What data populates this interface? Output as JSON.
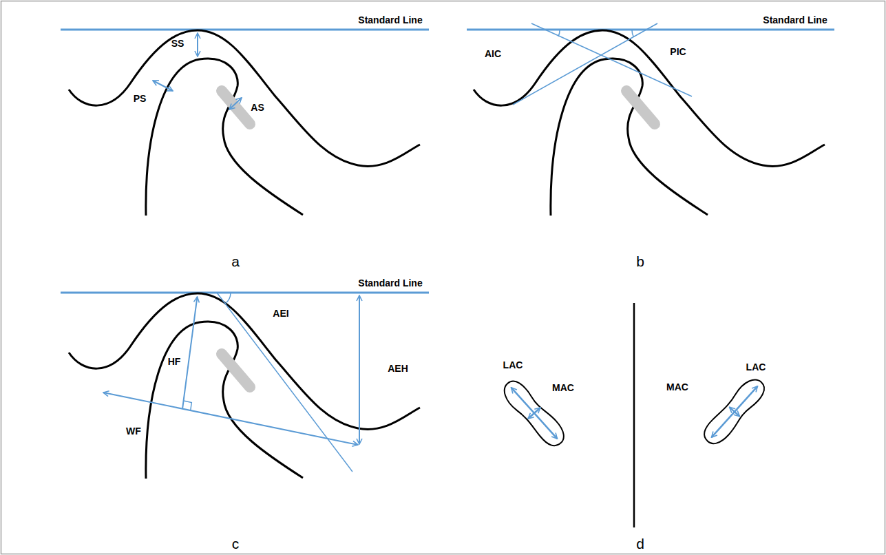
{
  "diagram": {
    "labels": [
      "Standard Line",
      "SS",
      "PS",
      "AS",
      "a",
      "Standard Line",
      "AIC",
      "PIC",
      "b",
      "Standard Line",
      "HF",
      "AEI",
      "AEH",
      "WF",
      "c",
      "LAC",
      "MAC",
      "MAC",
      "LAC",
      "d"
    ]
  }
}
